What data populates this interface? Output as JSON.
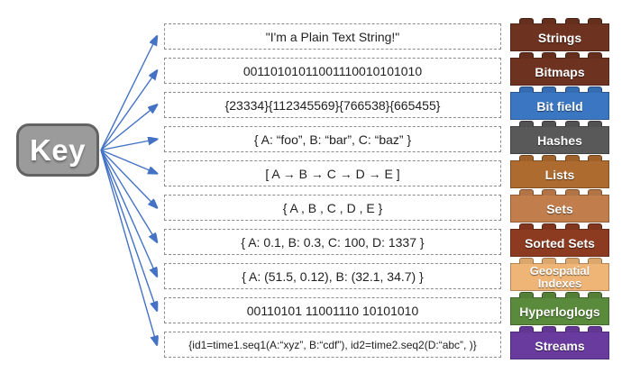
{
  "key": {
    "label": "Key"
  },
  "rows": [
    {
      "example": "\"I'm a Plain Text String!\"",
      "label": "Strings",
      "color": "#6E3320"
    },
    {
      "example": "00110101011001110010101010",
      "label": "Bitmaps",
      "color": "#6E3320"
    },
    {
      "example": "{23334}{112345569}{766538}{665455}",
      "label": "Bit field",
      "color": "#3B76C2"
    },
    {
      "example": "{ A: “foo”, B: “bar”, C: “baz”  }",
      "label": "Hashes",
      "color": "#595959"
    },
    {
      "example": "[ A → B → C → D → E ]",
      "label": "Lists",
      "color": "#AE6B2F"
    },
    {
      "example": "{  A , B , C , D , E  }",
      "label": "Sets",
      "color": "#C17E4C"
    },
    {
      "example": "{ A: 0.1, B: 0.3, C: 100, D: 1337 }",
      "label": "Sorted Sets",
      "color": "#8C3A20"
    },
    {
      "example": "{ A: (51.5, 0.12), B: (32.1, 34.7)  }",
      "label": "Geospatial Indexes",
      "color": "#EFB577"
    },
    {
      "example": "00110101 11001110 10101010",
      "label": "Hyperloglogs",
      "color": "#5A8A3C"
    },
    {
      "example": "{id1=time1.seq1(A:“xyz”, B:“cdf”), id2=time2.seq2(D:“abc”, )}",
      "label": "Streams",
      "color": "#6A3B9F"
    }
  ],
  "colors": {
    "arrow": "#4472C4",
    "key_fill": "#9B9B9B",
    "key_border": "#636363",
    "box_border": "#8C8C8C",
    "text": "#1F1F1F"
  }
}
